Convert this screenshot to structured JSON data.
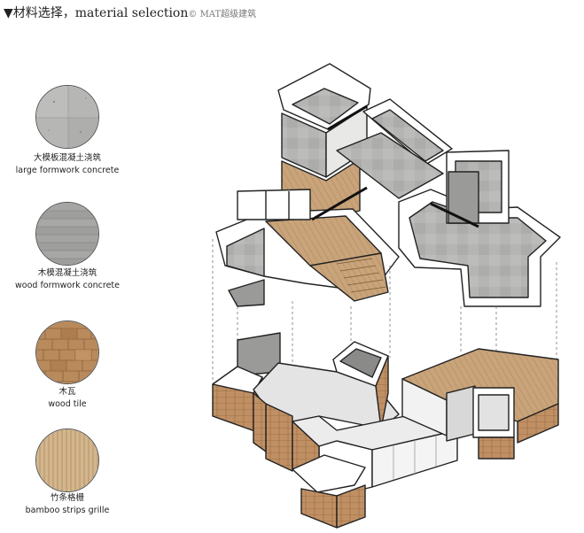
{
  "heading": {
    "arrow": "▼",
    "title": "材料选择，material selection",
    "copyright": "© MAT超级建筑"
  },
  "materials": [
    {
      "zh": "大模板混凝土浇筑",
      "en": "large formwork concrete"
    },
    {
      "zh": "木模混凝土浇筑",
      "en": "wood formwork concrete"
    },
    {
      "zh": "木瓦",
      "en": "wood tile"
    },
    {
      "zh": "竹条格栅",
      "en": "bamboo strips grille"
    }
  ],
  "colors": {
    "concrete_light": "#b8b8b6",
    "concrete_dark": "#9a9a98",
    "wood": "#c9a47a",
    "wood_tile": "#b98a5c",
    "bamboo": "#d2b48c",
    "line": "#222222"
  }
}
